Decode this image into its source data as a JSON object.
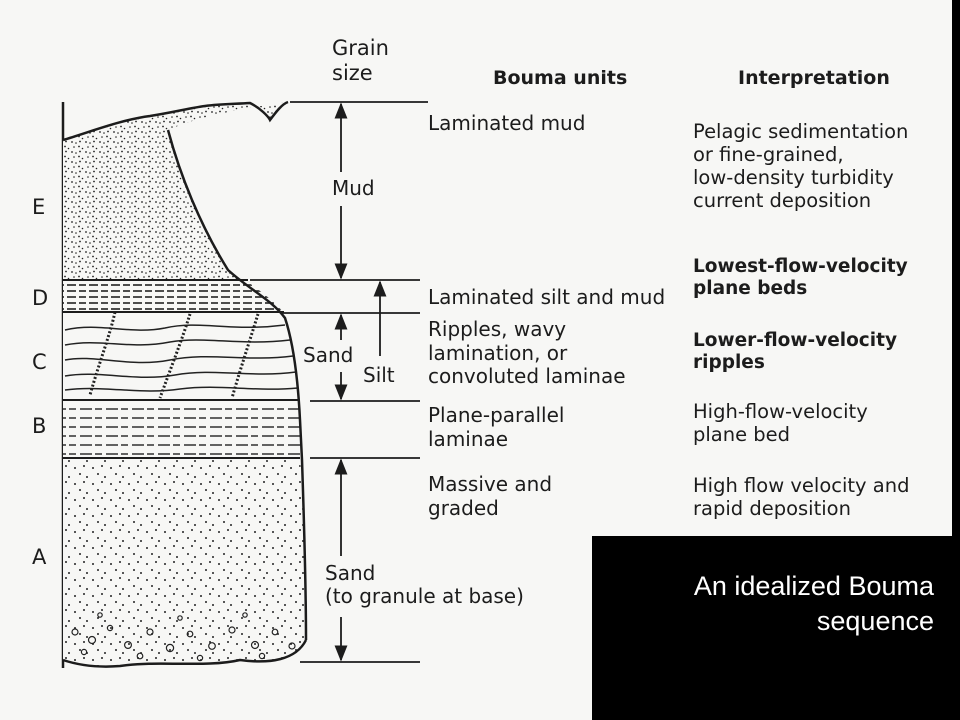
{
  "headers": {
    "grain_size": "Grain\nsize",
    "bouma_units": "Bouma units",
    "interpretation": "Interpretation"
  },
  "unit_letters": [
    "E",
    "D",
    "C",
    "B",
    "A"
  ],
  "grain_labels": {
    "mud": "Mud",
    "sand_upper": "Sand",
    "silt": "Silt",
    "sand_lower": "Sand\n(to granule at base)"
  },
  "bouma_units": [
    "Laminated mud",
    "Laminated silt and mud",
    "Ripples, wavy\nlamination, or\nconvoluted laminae",
    "Plane-parallel\nlaminae",
    "Massive and\ngraded"
  ],
  "interpretations": [
    "Pelagic sedimentation\nor fine-grained,\nlow-density turbidity\ncurrent deposition",
    "Lowest-flow-velocity\nplane beds",
    "Lower-flow-velocity\nripples",
    "High-flow-velocity\nplane bed",
    "High flow velocity and\nrapid deposition"
  ],
  "caption": "An idealized Bouma\nsequence"
}
